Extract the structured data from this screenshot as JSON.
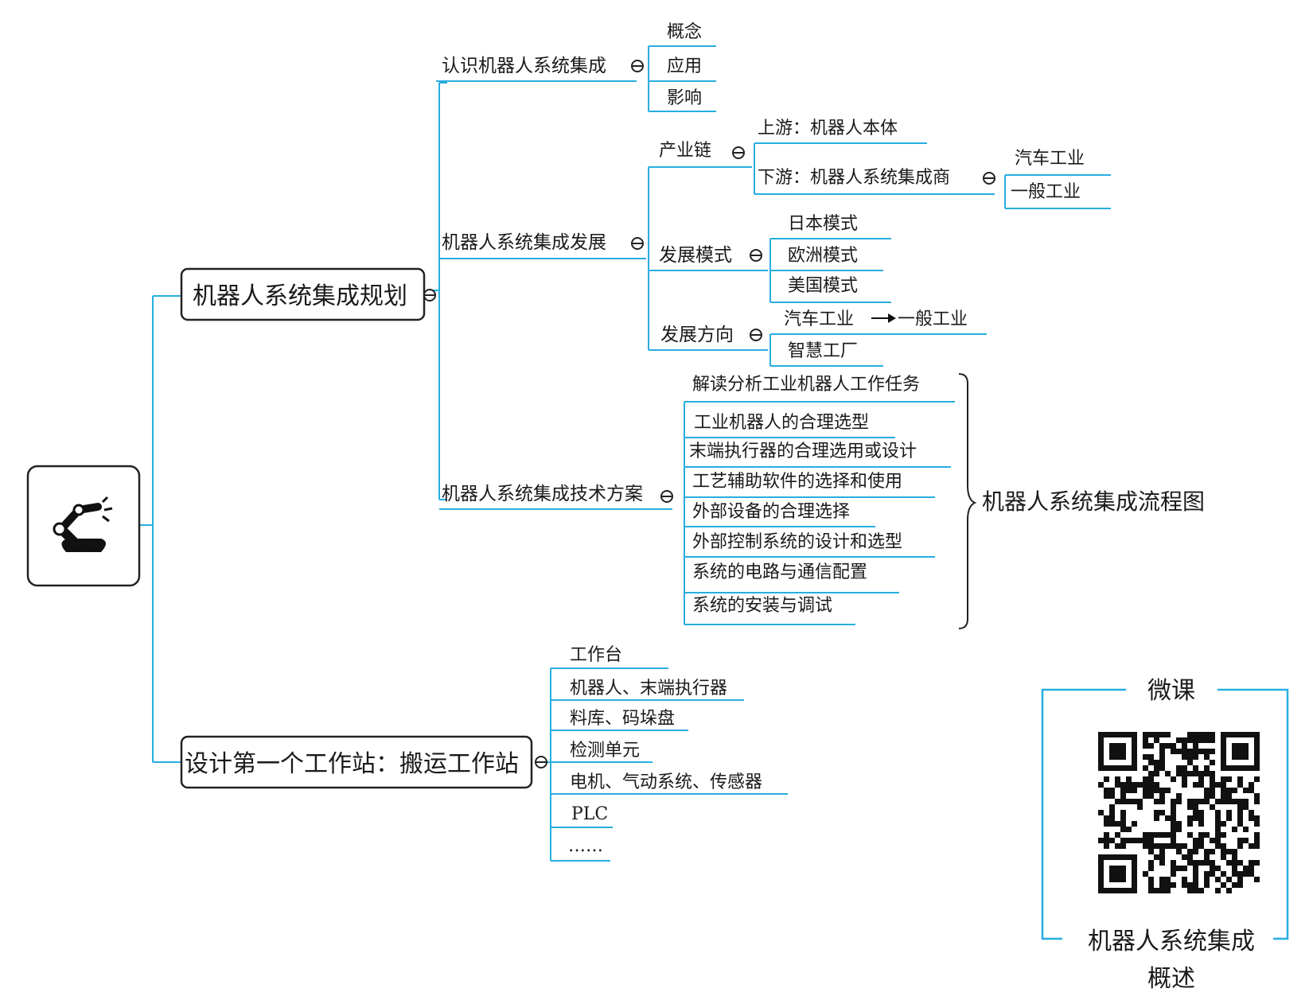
{
  "root": {
    "icon": "robot-arm-icon"
  },
  "branch1": {
    "label": "机器人系统集成规划",
    "know": {
      "label": "认识机器人系统集成",
      "items": [
        "概念",
        "应用",
        "影响"
      ]
    },
    "dev": {
      "label": "机器人系统集成发展",
      "chain": {
        "label": "产业链",
        "upstream": "上游：机器人本体",
        "downstream": "下游：机器人系统集成商",
        "down_items": [
          "汽车工业",
          "一般工业"
        ]
      },
      "mode": {
        "label": "发展模式",
        "items": [
          "日本模式",
          "欧洲模式",
          "美国模式"
        ]
      },
      "direction": {
        "label": "发展方向",
        "from": "汽车工业",
        "to": "一般工业",
        "item2": "智慧工厂"
      }
    },
    "tech": {
      "label": "机器人系统集成技术方案",
      "items": [
        "解读分析工业机器人工作任务",
        "工业机器人的合理选型",
        "末端执行器的合理选用或设计",
        "工艺辅助软件的选择和使用",
        "外部设备的合理选择",
        "外部控制系统的设计和选型",
        "系统的电路与通信配置",
        "系统的安装与调试"
      ],
      "brace_label": "机器人系统集成流程图"
    }
  },
  "branch2": {
    "label": "设计第一个工作站：搬运工作站",
    "items": [
      "工作台",
      "机器人、末端执行器",
      "料库、码垛盘",
      "检测单元",
      "电机、气动系统、传感器",
      "PLC",
      "……"
    ]
  },
  "qr": {
    "top_label": "微课",
    "caption_line1": "机器人系统集成",
    "caption_line2": "概述"
  },
  "colors": {
    "line": "#27aee0",
    "border": "#222222"
  }
}
